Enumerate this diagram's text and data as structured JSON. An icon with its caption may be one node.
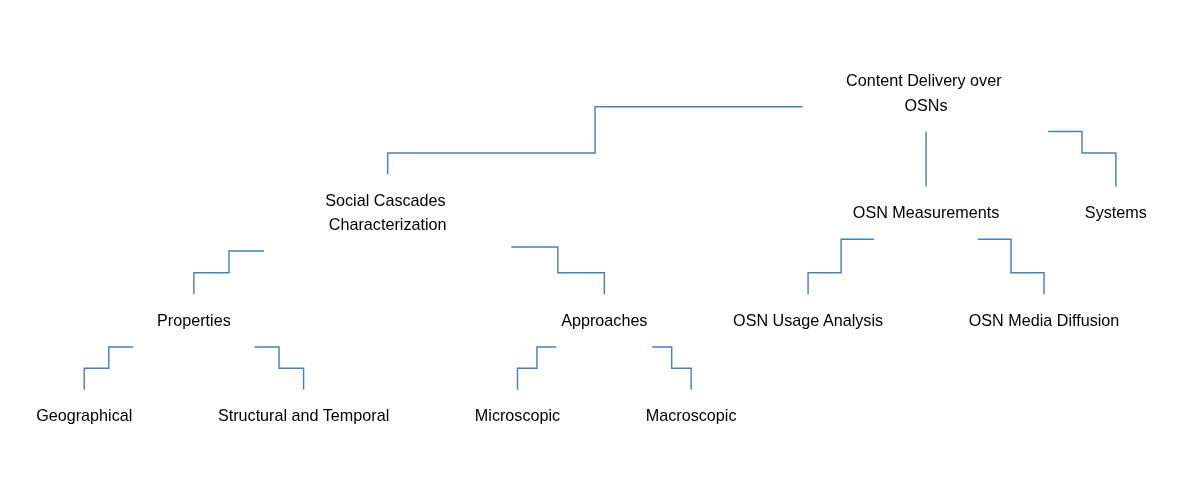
{
  "diagram": {
    "nodes": [
      {
        "text": [
          "Content Delivery over OSNs"
        ]
      },
      {
        "text": [
          "Social Cascades Characterization"
        ]
      },
      {
        "text": [
          "OSN Measurements"
        ]
      },
      {
        "text": [
          "Systems"
        ]
      },
      {
        "text": [
          "Properties"
        ]
      },
      {
        "text": [
          "Approaches"
        ]
      },
      {
        "text": [
          "OSN Usage Analysis"
        ]
      },
      {
        "text": [
          "OSN Media Diffusion"
        ]
      },
      {
        "text": [
          "Geographical"
        ]
      },
      {
        "text": [
          "Structural and Temporal"
        ]
      },
      {
        "text": [
          "Microscopic"
        ]
      },
      {
        "text": [
          "Macroscopic"
        ]
      }
    ],
    "edges": [
      {
        "from": 0,
        "to": 1,
        "arrow": "none"
      },
      {
        "from": 0,
        "to": 2,
        "arrow": "none"
      },
      {
        "from": 0,
        "to": 3,
        "arrow": "none"
      },
      {
        "from": 1,
        "to": 4,
        "arrow": "none"
      },
      {
        "from": 1,
        "to": 5,
        "arrow": "none"
      },
      {
        "from": 2,
        "to": 6,
        "arrow": "none"
      },
      {
        "from": 2,
        "to": 7,
        "arrow": "none"
      },
      {
        "from": 4,
        "to": 8,
        "arrow": "none"
      },
      {
        "from": 4,
        "to": 9,
        "arrow": "none"
      },
      {
        "from": 5,
        "to": 10,
        "arrow": "none"
      },
      {
        "from": 5,
        "to": 11,
        "arrow": "none"
      }
    ]
  }
}
